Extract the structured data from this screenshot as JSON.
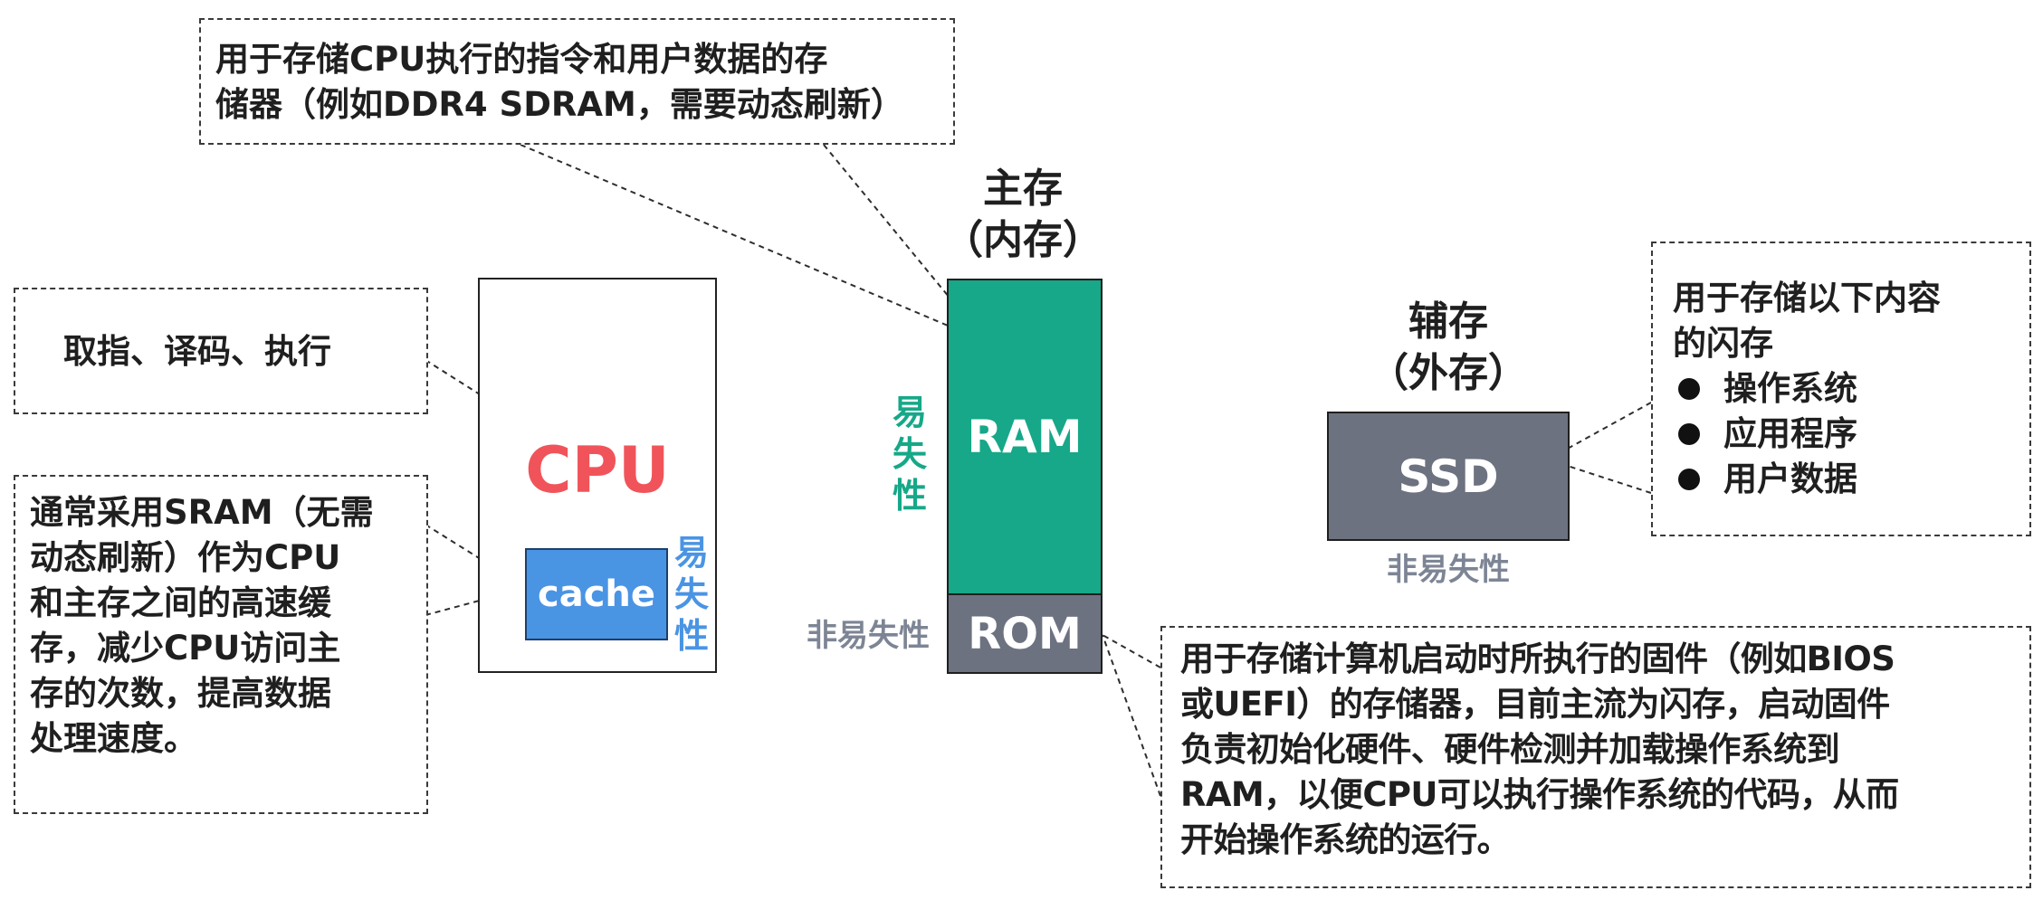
{
  "colors": {
    "ram": "#16a888",
    "rom": "#6d7281",
    "ssd": "#6d7281",
    "cpu_text": "#f0545a",
    "cache": "#4a94e4",
    "label_gray": "#7d8595",
    "volatile_green": "#16a888",
    "volatile_blue": "#4a94e4"
  },
  "notes": {
    "top": [
      "用于存储CPU执行的指令和用户数据的存",
      "储器（例如DDR4 SDRAM，需要动态刷新）"
    ],
    "fetch": "取指、译码、执行",
    "cache": [
      "通常采用SRAM（无需",
      "动态刷新）作为CPU",
      "和主存之间的高速缓",
      "存，减少CPU访问主",
      "存的次数，提高数据",
      "处理速度。"
    ],
    "ssd_line1": "用于存储以下内容",
    "ssd_line2": "的闪存",
    "ssd_bullets": [
      "操作系统",
      "应用程序",
      "用户数据"
    ],
    "rom": [
      "用于存储计算机启动时所执行的固件（例如BIOS",
      "或UEFI）的存储器，目前主流为闪存，启动固件",
      "负责初始化硬件、硬件检测并加载操作系统到",
      "RAM，以便CPU可以执行操作系统的代码，从而",
      "开始操作系统的运行。"
    ]
  },
  "cpu": {
    "label": "CPU",
    "cache_label": "cache",
    "volatile_chars": [
      "易",
      "失",
      "性"
    ]
  },
  "main_memory": {
    "title": "主存",
    "subtitle": "（内存）",
    "ram_label": "RAM",
    "rom_label": "ROM",
    "volatile_chars": [
      "易",
      "失",
      "性"
    ],
    "nonvolatile": "非易失性"
  },
  "secondary": {
    "title": "辅存",
    "subtitle": "（外存）",
    "ssd_label": "SSD",
    "nonvolatile": "非易失性"
  }
}
